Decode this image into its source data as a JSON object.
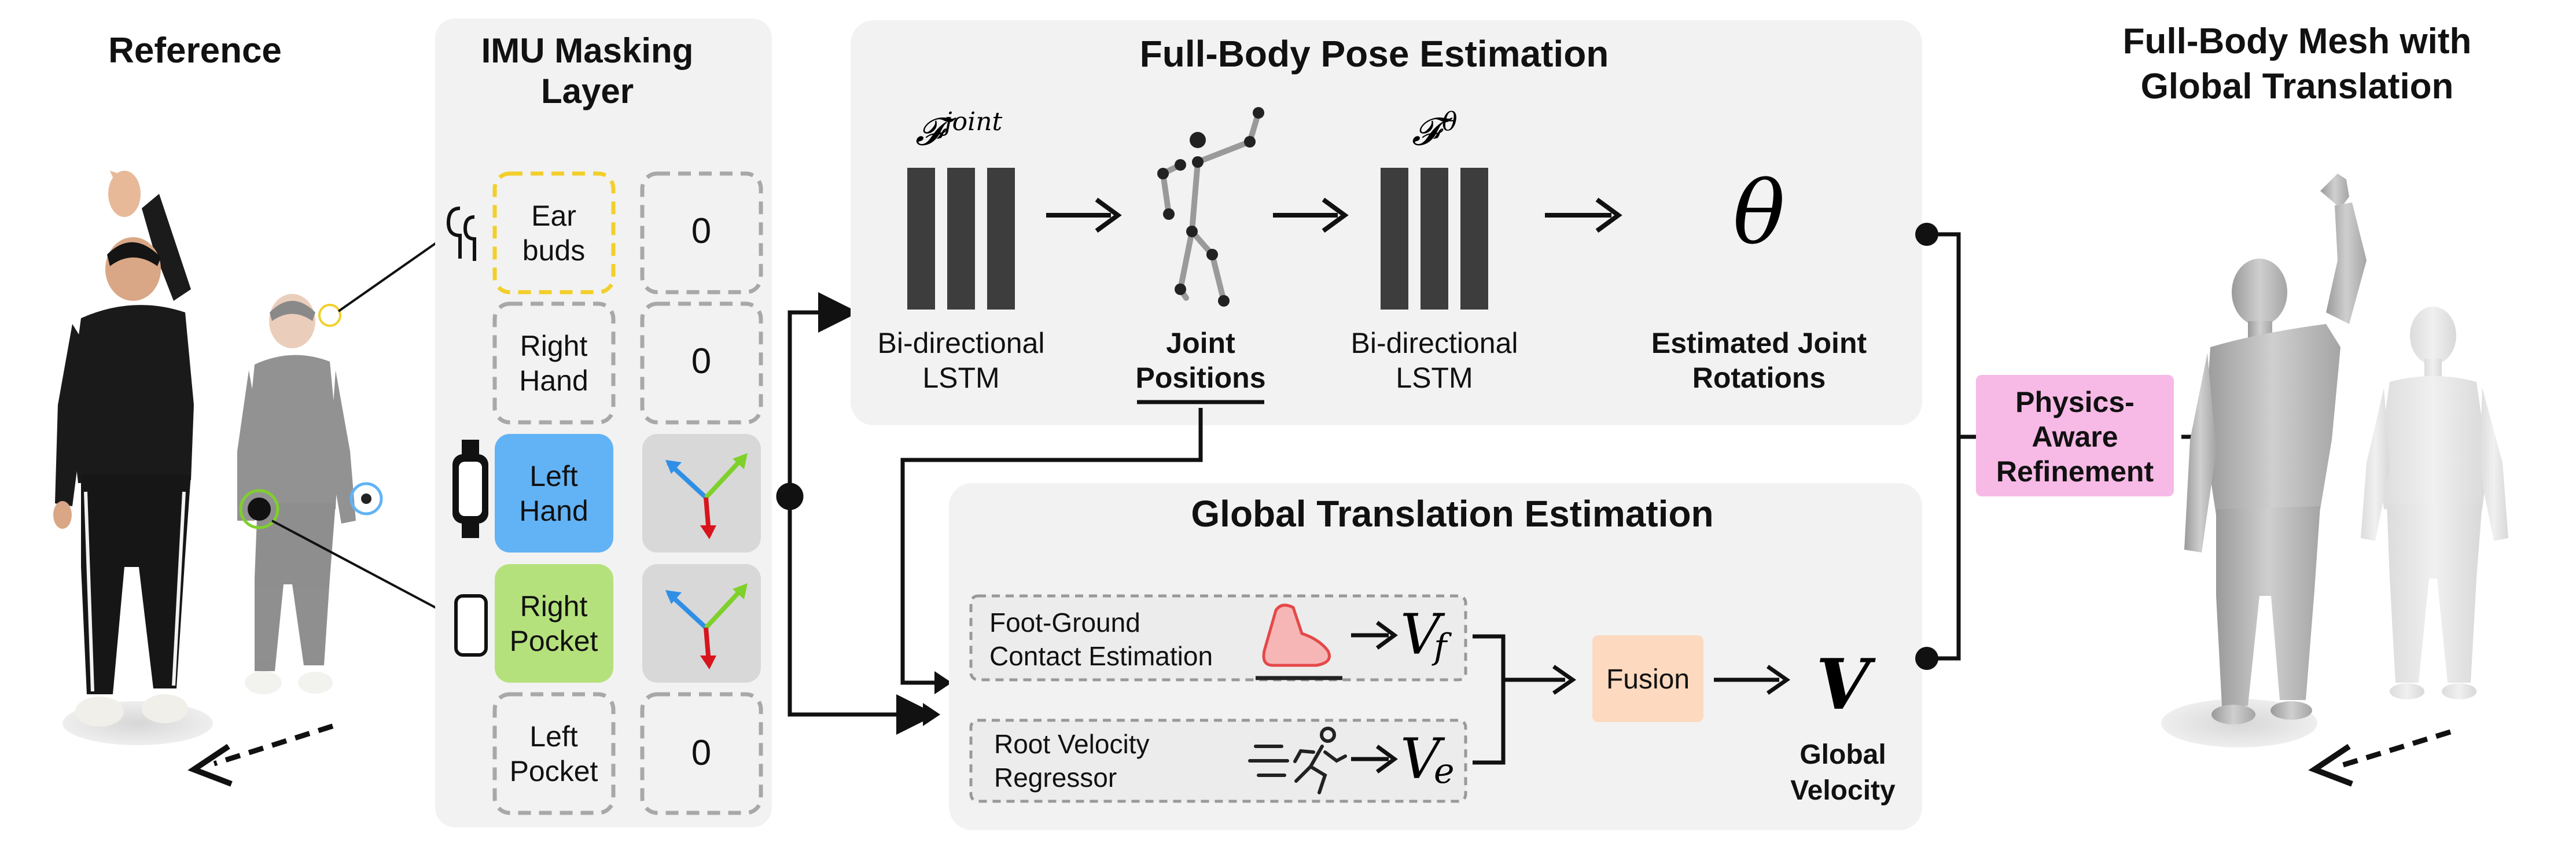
{
  "reference": {
    "title": "Reference"
  },
  "masking": {
    "title_line1": "IMU Masking",
    "title_line2": "Layer",
    "rows": [
      {
        "label_line1": "Ear",
        "label_line2": "buds",
        "device_icon": "earbuds-icon",
        "state": "masked",
        "output": "0"
      },
      {
        "label_line1": "Right",
        "label_line2": "Hand",
        "device_icon": "",
        "state": "masked",
        "output": "0"
      },
      {
        "label_line1": "Left",
        "label_line2": "Hand",
        "device_icon": "watch-icon",
        "state": "active",
        "output": "axes-icon"
      },
      {
        "label_line1": "Right",
        "label_line2": "Pocket",
        "device_icon": "phone-icon",
        "state": "active",
        "output": "axes-icon"
      },
      {
        "label_line1": "Left",
        "label_line2": "Pocket",
        "device_icon": "",
        "state": "masked",
        "output": "0"
      }
    ]
  },
  "pose": {
    "title": "Full-Body Pose Estimation",
    "lstm1": {
      "symbol": "𝓕",
      "superscript": "joint",
      "line1": "Bi-directional",
      "line2": "LSTM"
    },
    "joints": {
      "line1": "Joint",
      "line2": "Positions"
    },
    "lstm2": {
      "symbol": "𝓕",
      "superscript": "θ",
      "line1": "Bi-directional",
      "line2": "LSTM"
    },
    "theta": {
      "symbol": "θ",
      "line1": "Estimated Joint",
      "line2": "Rotations"
    }
  },
  "translation": {
    "title": "Global Translation Estimation",
    "foot": {
      "line1": "Foot-Ground",
      "line2": "Contact Estimation",
      "out_main": "V",
      "out_sub": "f"
    },
    "root": {
      "line1": "Root Velocity",
      "line2": "Regressor",
      "out_main": "V",
      "out_sub": "e"
    },
    "fusion": "Fusion",
    "velocity": {
      "symbol": "V",
      "line1": "Global",
      "line2": "Velocity"
    }
  },
  "refinement": {
    "line1": "Physics-",
    "line2": "Aware",
    "line3": "Refinement"
  },
  "output": {
    "title_line1": "Full-Body Mesh with",
    "title_line2": "Global Translation"
  },
  "colors": {
    "panel": "#f2f2f2",
    "earbuds_dash": "#f2cf2a",
    "left_hand": "#62b3f5",
    "right_pocket": "#b5e17c",
    "fusion": "#fcd9bf",
    "refinement": "#f7b9e6",
    "lstm_bar": "#3d3d3d",
    "axis_blue": "#2f8fe6",
    "axis_green": "#7fd02b",
    "axis_red": "#d8141c"
  }
}
